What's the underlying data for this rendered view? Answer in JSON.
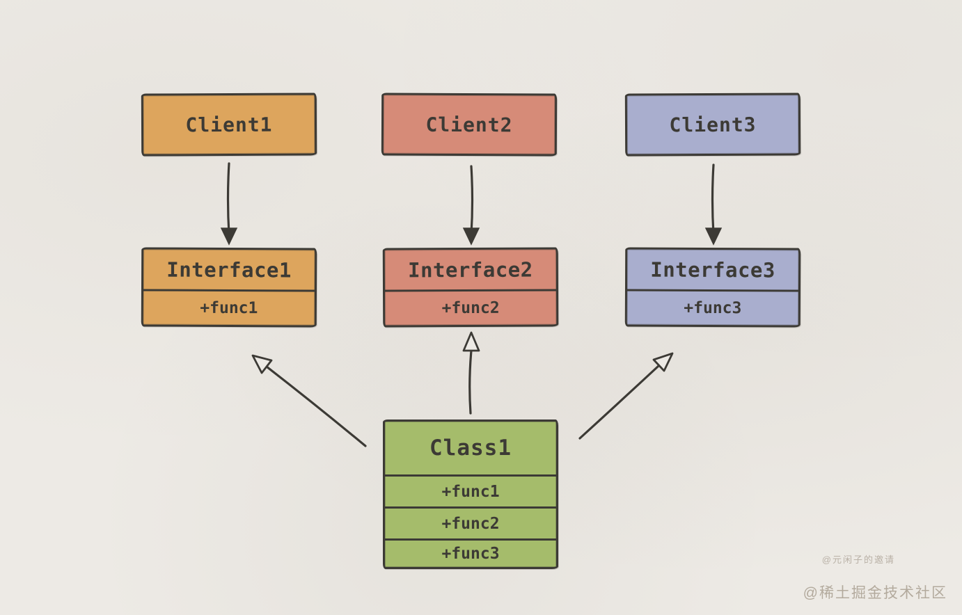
{
  "diagram": {
    "clients": [
      {
        "label": "Client1",
        "fill": "#dda55d"
      },
      {
        "label": "Client2",
        "fill": "#d68b78"
      },
      {
        "label": "Client3",
        "fill": "#a9aece"
      }
    ],
    "interfaces": [
      {
        "title": "Interface1",
        "methods": [
          "+func1"
        ],
        "fill": "#dda55d"
      },
      {
        "title": "Interface2",
        "methods": [
          "+func2"
        ],
        "fill": "#d68b78"
      },
      {
        "title": "Interface3",
        "methods": [
          "+func3"
        ],
        "fill": "#a9aece"
      }
    ],
    "class1": {
      "title": "Class1",
      "methods": [
        "+func1",
        "+func2",
        "+func3"
      ],
      "fill": "#a5bc6b"
    },
    "edges": [
      {
        "from": "Client1",
        "to": "Interface1",
        "type": "dependency",
        "arrowhead": "solid"
      },
      {
        "from": "Client2",
        "to": "Interface2",
        "type": "dependency",
        "arrowhead": "solid"
      },
      {
        "from": "Client3",
        "to": "Interface3",
        "type": "dependency",
        "arrowhead": "solid"
      },
      {
        "from": "Class1",
        "to": "Interface1",
        "type": "realization",
        "arrowhead": "hollow-triangle"
      },
      {
        "from": "Class1",
        "to": "Interface2",
        "type": "realization",
        "arrowhead": "hollow-triangle"
      },
      {
        "from": "Class1",
        "to": "Interface3",
        "type": "realization",
        "arrowhead": "hollow-triangle"
      }
    ]
  },
  "watermarks": {
    "author": "@元闲子的邀请",
    "community": "@稀土掘金技术社区"
  },
  "colors": {
    "background": "#edeae5",
    "ink": "#3c3a35",
    "orange": "#dda55d",
    "salmon": "#d68b78",
    "blue": "#a9aece",
    "green": "#a5bc6b",
    "watermark": "#b3aa9d"
  }
}
